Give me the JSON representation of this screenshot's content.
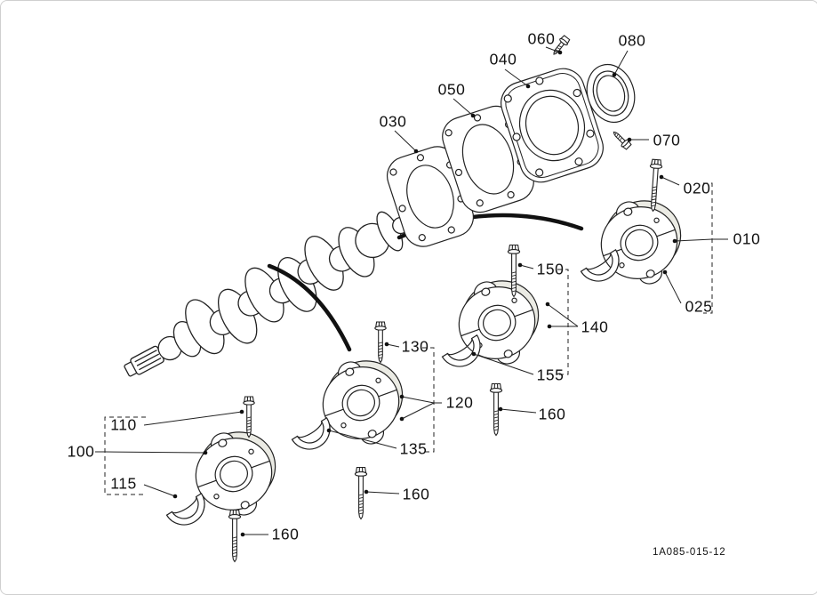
{
  "colors": {
    "line": "#1a1a1a",
    "background": "#ffffff"
  },
  "diagram": {
    "drawing_number": "1A085-015-12",
    "callouts": [
      {
        "text": "060"
      },
      {
        "text": "080"
      },
      {
        "text": "040"
      },
      {
        "text": "050"
      },
      {
        "text": "030"
      },
      {
        "text": "070"
      },
      {
        "text": "020"
      },
      {
        "text": "010"
      },
      {
        "text": "025"
      },
      {
        "text": "150"
      },
      {
        "text": "140"
      },
      {
        "text": "130"
      },
      {
        "text": "155"
      },
      {
        "text": "120"
      },
      {
        "text": "160"
      },
      {
        "text": "110"
      },
      {
        "text": "100"
      },
      {
        "text": "115"
      },
      {
        "text": "135"
      },
      {
        "text": "160"
      },
      {
        "text": "160"
      }
    ]
  }
}
